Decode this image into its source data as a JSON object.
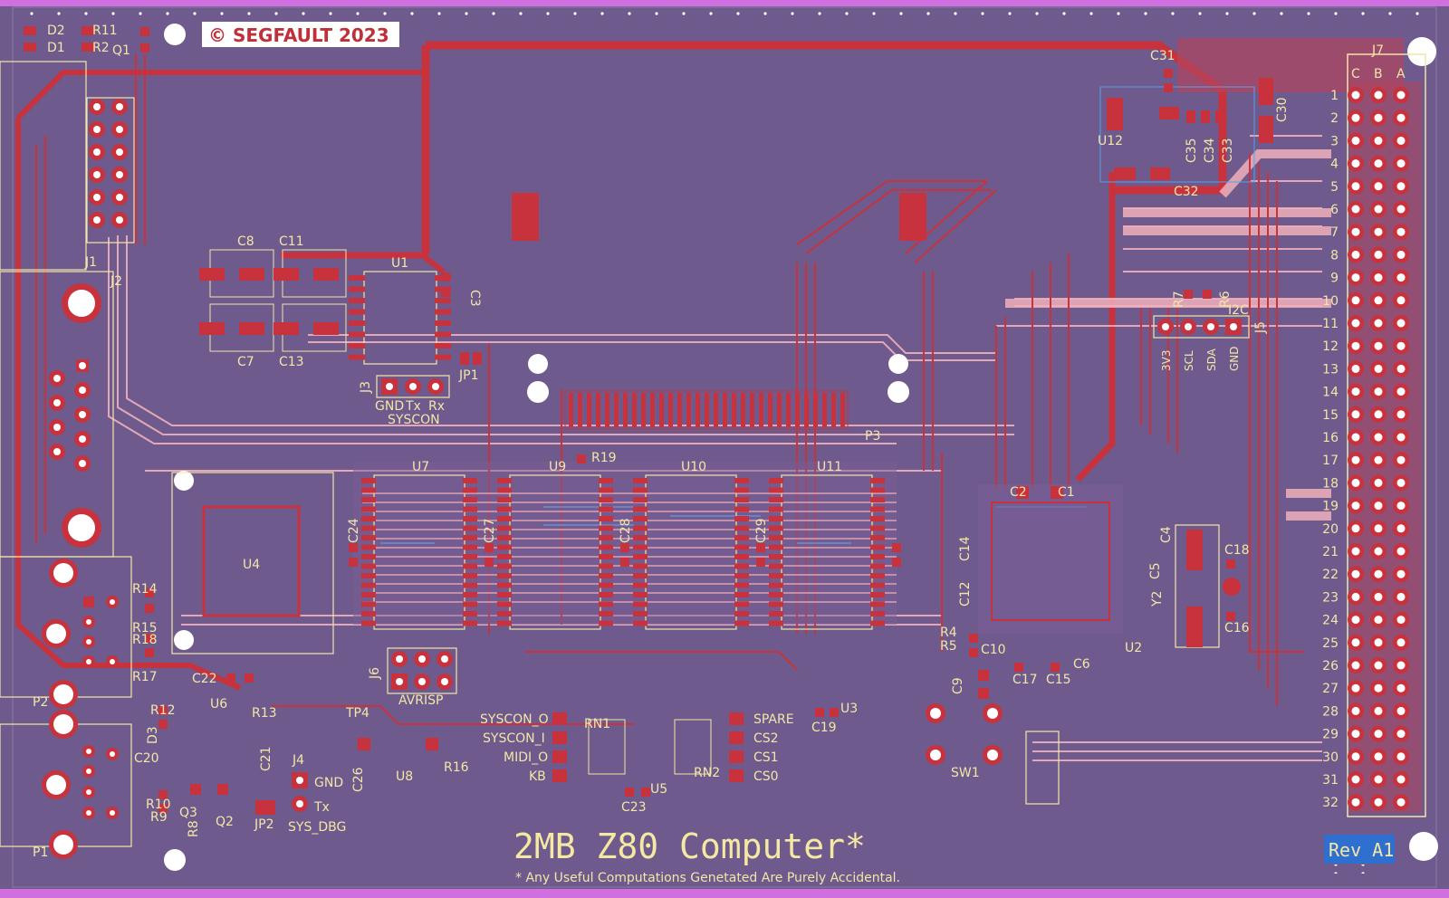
{
  "board": {
    "title": "2MB Z80 Computer*",
    "subtitle": "* Any Useful Computations Genetated Are Purely Accidental.",
    "revision": "Rev A1",
    "copyright": "© SEGFAULT 2023"
  },
  "colors": {
    "board": "#6e5a8c",
    "copper_front": "#c8323c",
    "copper_back": "#f0b0bc",
    "silkscreen": "#f2e6a8",
    "edge": "#d070e0",
    "pad_white": "#ffffff",
    "rev_badge": "#2f6fd0"
  },
  "connector_j7": {
    "ref": "J7",
    "columns": [
      "C",
      "B",
      "A"
    ],
    "pins": [
      "1",
      "2",
      "3",
      "4",
      "5",
      "6",
      "7",
      "8",
      "9",
      "10",
      "11",
      "12",
      "13",
      "14",
      "15",
      "16",
      "17",
      "18",
      "19",
      "20",
      "21",
      "22",
      "23",
      "24",
      "25",
      "26",
      "27",
      "28",
      "29",
      "30",
      "31",
      "32"
    ]
  },
  "designators": {
    "D2": "D2",
    "D1": "D1",
    "R11": "R11",
    "R2": "R2",
    "Q1": "Q1",
    "J1": "J1",
    "J2": "J2",
    "C8": "C8",
    "C11": "C11",
    "C7": "C7",
    "C13": "C13",
    "U1": "U1",
    "C3": "C3",
    "JP1": "JP1",
    "J3": "J3",
    "C31": "C31",
    "U12": "U12",
    "C35": "C35",
    "C34": "C34",
    "C33": "C33",
    "C30": "C30",
    "C32": "C32",
    "R7": "R7",
    "R6": "R6",
    "J5": "J5",
    "I2C": "I2C",
    "U7": "U7",
    "U9": "U9",
    "U10": "U10",
    "U11": "U11",
    "P3": "P3",
    "R19": "R19",
    "U4": "U4",
    "C24": "C24",
    "C27": "C27",
    "C28": "C28",
    "C29": "C29",
    "C1": "C1",
    "C2": "C2",
    "C4": "C4",
    "C5": "C5",
    "C18": "C18",
    "C16": "C16",
    "Y2": "Y2",
    "U2": "U2",
    "R4": "R4",
    "R5": "R5",
    "C10": "C10",
    "C12": "C12",
    "C14": "C14",
    "C17": "C17",
    "C15": "C15",
    "C6": "C6",
    "C9": "C9",
    "P2": "P2",
    "P1": "P1",
    "R14": "R14",
    "R15": "R15",
    "R18": "R18",
    "R17": "R17",
    "C22": "C22",
    "J6": "J6",
    "U6": "U6",
    "R12": "R12",
    "R13": "R13",
    "D3": "D3",
    "TP4": "TP4",
    "C20": "C20",
    "C21": "C21",
    "R10": "R10",
    "R9": "R9",
    "Q3": "Q3",
    "R8": "R8",
    "Q2": "Q2",
    "J4": "J4",
    "JP2": "JP2",
    "C26": "C26",
    "U8": "U8",
    "R16": "R16",
    "RN1": "RN1",
    "RN2": "RN2",
    "U5": "U5",
    "C23": "C23",
    "U3": "U3",
    "C19": "C19",
    "SW1": "SW1"
  },
  "silk_text": {
    "j3_pins": [
      "GND",
      "Tx",
      "Rx"
    ],
    "syscon": "SYSCON",
    "avrisp": "AVRISP",
    "j4_gnd": "GND",
    "j4_tx": "Tx",
    "sys_dbg": "SYS_DBG",
    "rn1_labels": [
      "SYSCON_O",
      "SYSCON_I",
      "MIDI_O",
      "KB"
    ],
    "rn2_labels": [
      "SPARE",
      "CS2",
      "CS1",
      "CS0"
    ],
    "i2c_pins": [
      "3V3",
      "SCL",
      "SDA",
      "GND"
    ]
  }
}
